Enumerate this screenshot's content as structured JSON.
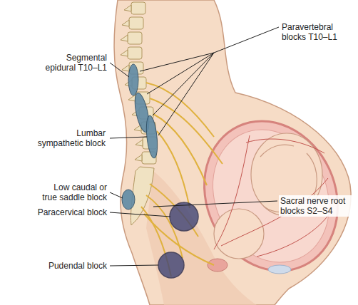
{
  "diagram": {
    "labels": [
      "Paravertebral blocks T10–L1",
      "Segmental epidural T10–L1",
      "Lumbar sympathetic block",
      "Low caudal or true saddle block",
      "Sacral nerve root blocks S2–S4",
      "Paracervical block",
      "Pudendal block"
    ]
  }
}
